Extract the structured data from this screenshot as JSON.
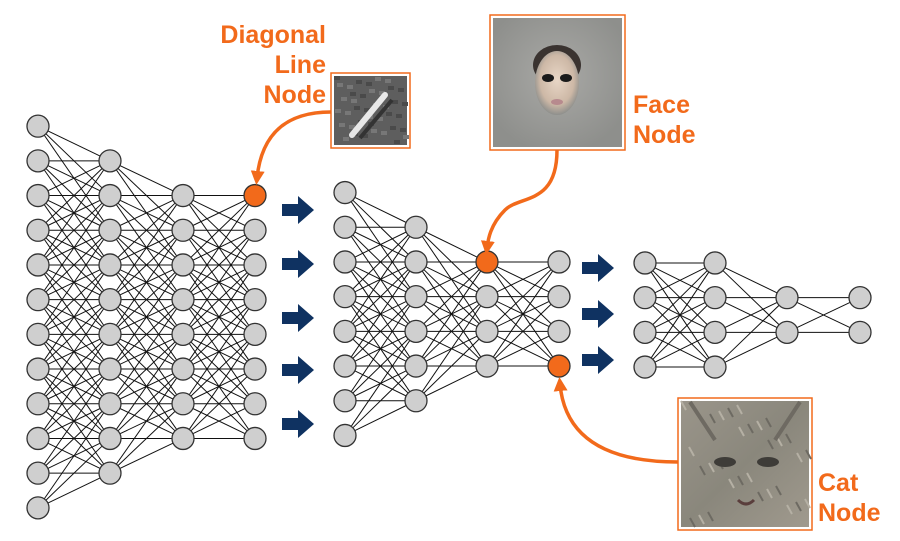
{
  "labels": {
    "diagonal": [
      "Diagonal",
      "Line",
      "Node"
    ],
    "face": [
      "Face",
      "Node"
    ],
    "cat": [
      "Cat",
      "Node"
    ]
  },
  "networks": [
    {
      "layers": [
        12,
        10,
        8,
        8
      ],
      "highlight": [
        [
          3,
          0
        ]
      ]
    },
    {
      "layers": [
        8,
        6,
        4,
        4
      ],
      "highlight": [
        [
          2,
          0
        ],
        [
          3,
          3
        ]
      ]
    },
    {
      "layers": [
        4,
        4,
        2,
        2
      ],
      "highlight": []
    }
  ],
  "arrow_groups": [
    5,
    3
  ],
  "colors": {
    "accent": "#f26a1b",
    "node": "#cfcfcf",
    "arrow": "#0f3261",
    "edge": "#111111"
  }
}
